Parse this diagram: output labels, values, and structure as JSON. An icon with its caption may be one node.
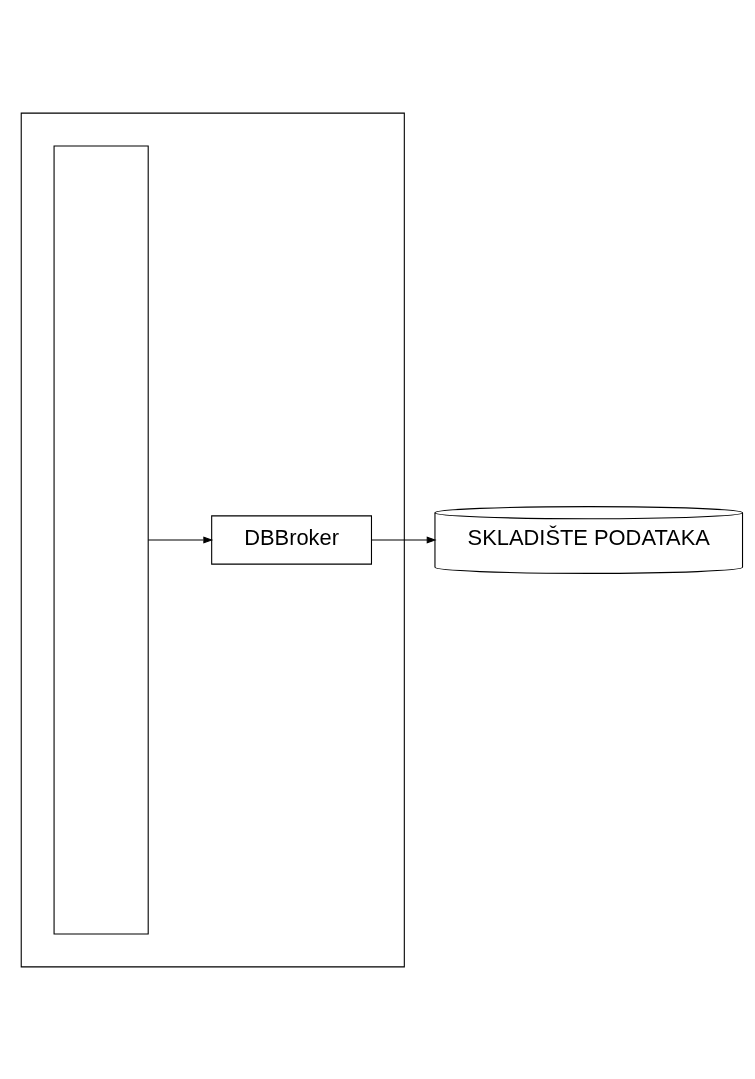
{
  "diagram": {
    "nodes": [
      {
        "text": [],
        "shape": "box"
      },
      {
        "text": [],
        "shape": "box",
        "in": 0
      },
      {
        "text": [
          "DBBroker"
        ],
        "in": 0
      },
      {
        "text": [
          "SKLADIŠTE PODATAKA"
        ]
      }
    ],
    "edges": [
      {
        "from": 1,
        "to": 2,
        "arrow": "to"
      },
      {
        "from": 2,
        "to": 3,
        "arrow": "to"
      }
    ]
  }
}
